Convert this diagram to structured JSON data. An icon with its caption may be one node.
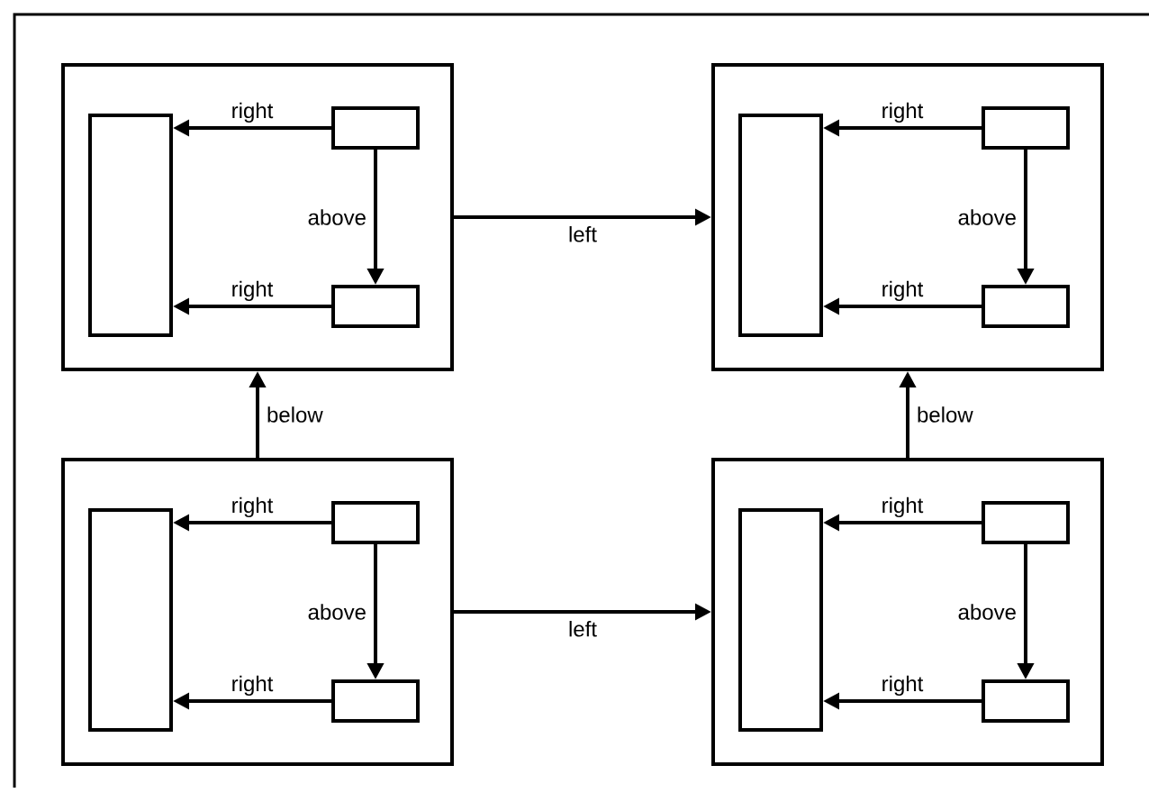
{
  "diagram": {
    "nodes": [
      {
        "text": [],
        "shape": "box"
      },
      {
        "text": [],
        "shape": "box",
        "in": 0
      },
      {
        "text": [],
        "shape": "box",
        "in": 0
      },
      {
        "text": [],
        "shape": "box",
        "in": 0
      },
      {
        "text": [],
        "shape": "box"
      },
      {
        "text": [],
        "shape": "box",
        "in": 4
      },
      {
        "text": [],
        "shape": "box",
        "in": 4
      },
      {
        "text": [],
        "shape": "box",
        "in": 4
      },
      {
        "text": [],
        "shape": "box"
      },
      {
        "text": [],
        "shape": "box",
        "in": 8
      },
      {
        "text": [],
        "shape": "box",
        "in": 8
      },
      {
        "text": [],
        "shape": "box",
        "in": 8
      },
      {
        "text": [],
        "shape": "box"
      },
      {
        "text": [],
        "shape": "box",
        "in": 12
      },
      {
        "text": [],
        "shape": "box",
        "in": 12
      },
      {
        "text": [],
        "shape": "box",
        "in": 12
      }
    ],
    "edges": [
      {
        "from": 2,
        "to": 1,
        "arrow": "to",
        "label": "right"
      },
      {
        "from": 2,
        "to": 3,
        "arrow": "to",
        "label": "above"
      },
      {
        "from": 3,
        "to": 1,
        "arrow": "to",
        "label": "right"
      },
      {
        "from": 6,
        "to": 5,
        "arrow": "to",
        "label": "right"
      },
      {
        "from": 6,
        "to": 7,
        "arrow": "to",
        "label": "above"
      },
      {
        "from": 7,
        "to": 5,
        "arrow": "to",
        "label": "right"
      },
      {
        "from": 10,
        "to": 9,
        "arrow": "to",
        "label": "right"
      },
      {
        "from": 10,
        "to": 11,
        "arrow": "to",
        "label": "above"
      },
      {
        "from": 11,
        "to": 9,
        "arrow": "to",
        "label": "right"
      },
      {
        "from": 14,
        "to": 13,
        "arrow": "to",
        "label": "right"
      },
      {
        "from": 14,
        "to": 15,
        "arrow": "to",
        "label": "above"
      },
      {
        "from": 15,
        "to": 13,
        "arrow": "to",
        "label": "right"
      },
      {
        "from": 0,
        "to": 4,
        "arrow": "to",
        "label": "left"
      },
      {
        "from": 8,
        "to": 12,
        "arrow": "to",
        "label": "left"
      },
      {
        "from": 8,
        "to": 0,
        "arrow": "to",
        "label": "below"
      },
      {
        "from": 12,
        "to": 4,
        "arrow": "to",
        "label": "below"
      }
    ]
  }
}
